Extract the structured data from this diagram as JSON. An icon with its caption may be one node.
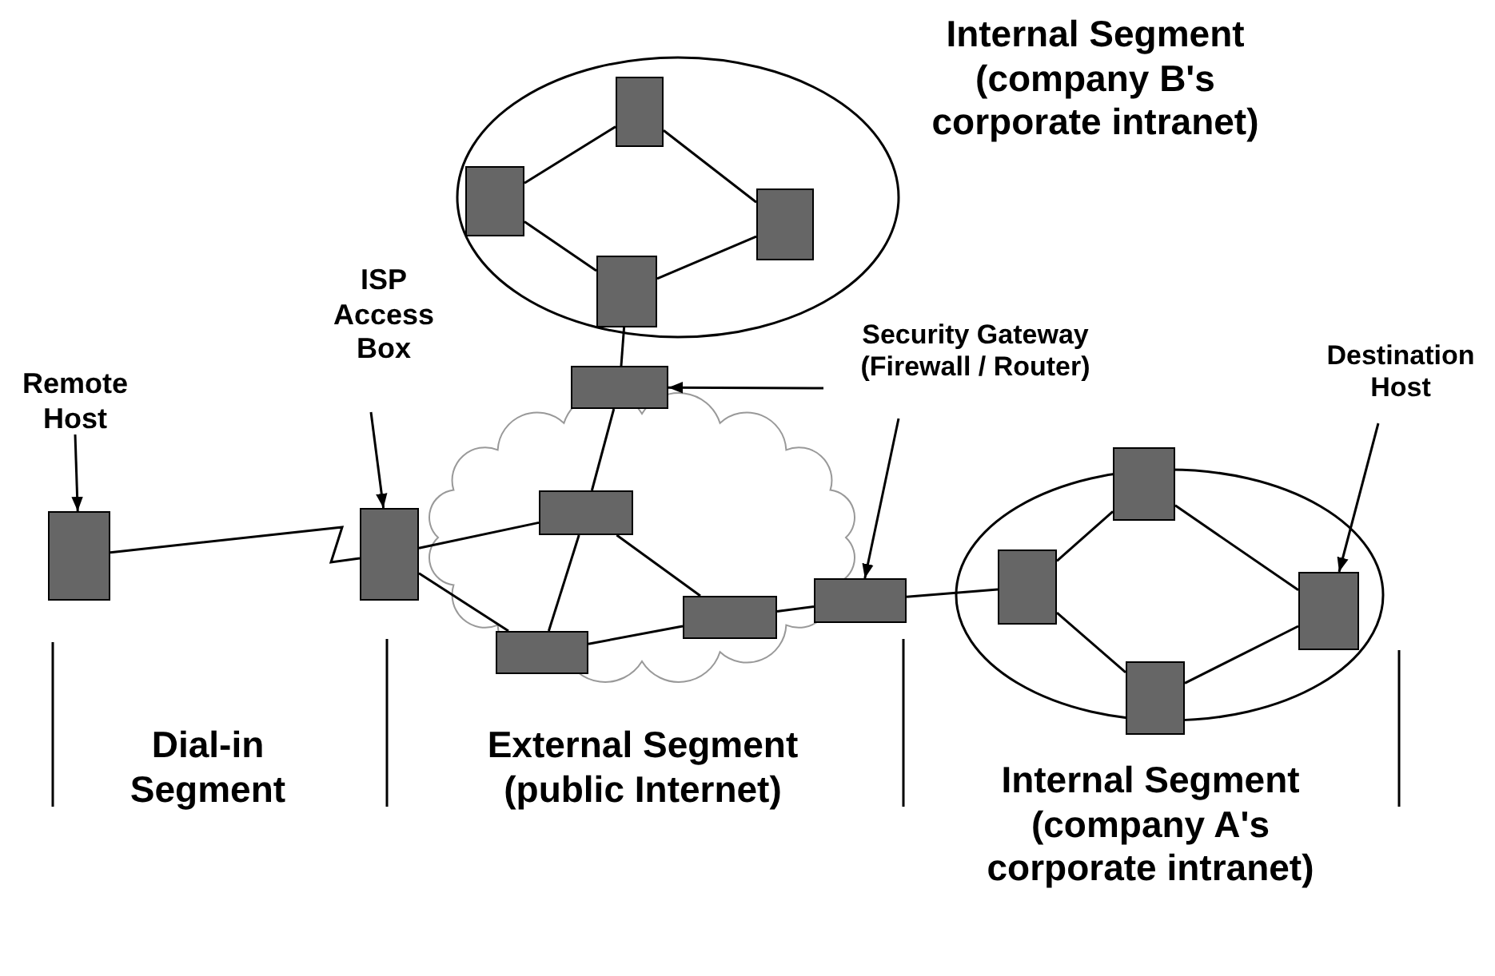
{
  "diagram": {
    "nodes": [
      {
        "text": [
          "Internal Segment (company B's corporate intranet)"
        ]
      },
      {
        "text": [],
        "shape": "box",
        "in": 0
      },
      {
        "text": [],
        "shape": "box",
        "in": 0
      },
      {
        "text": [],
        "shape": "box",
        "in": 0
      },
      {
        "text": [],
        "shape": "box",
        "in": 0
      },
      {
        "text": [],
        "shape": "box"
      },
      {
        "text": [
          "Remote Host"
        ]
      },
      {
        "text": [],
        "shape": "box"
      },
      {
        "text": [
          "ISP Access Box"
        ]
      },
      {
        "text": [],
        "shape": "box"
      },
      {
        "text": [],
        "shape": "cloud"
      },
      {
        "text": [],
        "shape": "box",
        "in": 10
      },
      {
        "text": [],
        "shape": "box",
        "in": 10
      },
      {
        "text": [],
        "shape": "box",
        "in": 10
      },
      {
        "text": [
          "Security Gateway (Firewall / Router)"
        ]
      },
      {
        "text": [],
        "shape": "box"
      },
      {
        "text": [],
        "shape": "ellipse"
      },
      {
        "text": [],
        "shape": "box",
        "in": 16
      },
      {
        "text": [],
        "shape": "box",
        "in": 16
      },
      {
        "text": [],
        "shape": "box",
        "in": 16
      },
      {
        "text": [],
        "shape": "box",
        "in": 16
      },
      {
        "text": [
          "Destination Host"
        ]
      }
    ],
    "edges": [
      {
        "from": 1,
        "to": 2,
        "arrow": "none"
      },
      {
        "from": 1,
        "to": 3,
        "arrow": "none"
      },
      {
        "from": 2,
        "to": 4,
        "arrow": "none"
      },
      {
        "from": 3,
        "to": 4,
        "arrow": "none"
      },
      {
        "from": 4,
        "to": 5,
        "arrow": "none"
      },
      {
        "from": 5,
        "to": 11,
        "arrow": "none"
      },
      {
        "from": 6,
        "to": 7,
        "arrow": "to"
      },
      {
        "from": 8,
        "to": 9,
        "arrow": "to"
      },
      {
        "from": 7,
        "to": 9,
        "arrow": "none"
      },
      {
        "from": 9,
        "to": 11,
        "arrow": "none"
      },
      {
        "from": 9,
        "to": 12,
        "arrow": "none"
      },
      {
        "from": 11,
        "to": 12,
        "arrow": "none"
      },
      {
        "from": 11,
        "to": 13,
        "arrow": "none"
      },
      {
        "from": 12,
        "to": 13,
        "arrow": "none"
      },
      {
        "from": 13,
        "to": 15,
        "arrow": "none"
      },
      {
        "from": 14,
        "to": 5,
        "arrow": "to"
      },
      {
        "from": 14,
        "to": 15,
        "arrow": "to"
      },
      {
        "from": 15,
        "to": 17,
        "arrow": "none"
      },
      {
        "from": 17,
        "to": 18,
        "arrow": "none"
      },
      {
        "from": 17,
        "to": 19,
        "arrow": "none"
      },
      {
        "from": 18,
        "to": 20,
        "arrow": "none"
      },
      {
        "from": 19,
        "to": 20,
        "arrow": "none"
      },
      {
        "from": 21,
        "to": 20,
        "arrow": "to"
      }
    ],
    "labels": [
      "Dial-in Segment",
      "External Segment (public Internet)",
      "Internal Segment (company A's corporate intranet)"
    ]
  }
}
